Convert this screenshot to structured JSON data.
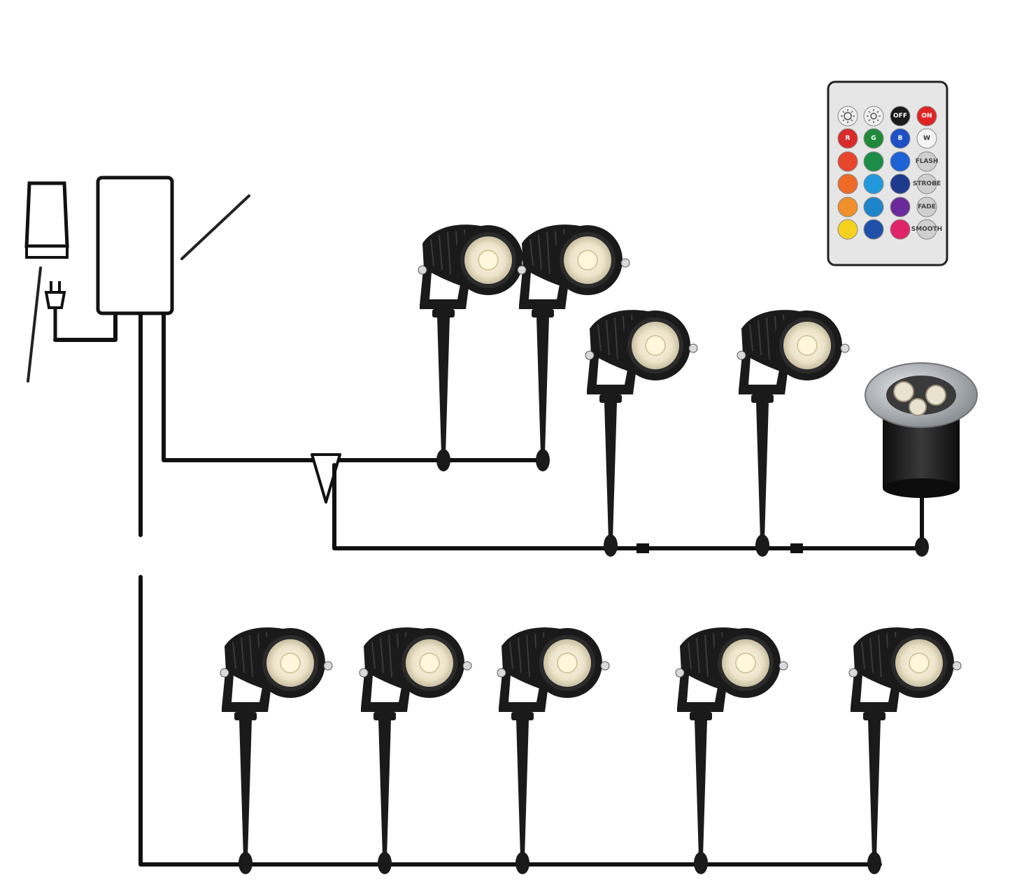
{
  "remote": {
    "buttons": [
      {
        "label": "",
        "color": "#eeeeee",
        "text_color": "#555555",
        "icon": "brightness-up-icon"
      },
      {
        "label": "",
        "color": "#eeeeee",
        "text_color": "#555555",
        "icon": "brightness-down-icon"
      },
      {
        "label": "OFF",
        "color": "#1b1b1b",
        "text_color": "#ffffff"
      },
      {
        "label": "ON",
        "color": "#e02424",
        "text_color": "#ffffff"
      },
      {
        "label": "R",
        "color": "#d92b2b",
        "text_color": "#ffffff"
      },
      {
        "label": "G",
        "color": "#1f8a3a",
        "text_color": "#ffffff"
      },
      {
        "label": "B",
        "color": "#1f4fc4",
        "text_color": "#ffffff"
      },
      {
        "label": "W",
        "color": "#f4f4f4",
        "text_color": "#333333"
      },
      {
        "label": "",
        "color": "#e8452c",
        "text_color": "#ffffff"
      },
      {
        "label": "",
        "color": "#1c8d47",
        "text_color": "#ffffff"
      },
      {
        "label": "",
        "color": "#1d62d6",
        "text_color": "#ffffff"
      },
      {
        "label": "FLASH",
        "color": "#cfcfcf",
        "text_color": "#444444"
      },
      {
        "label": "",
        "color": "#ee6a26",
        "text_color": "#ffffff"
      },
      {
        "label": "",
        "color": "#2299dd",
        "text_color": "#ffffff"
      },
      {
        "label": "",
        "color": "#1d3a8c",
        "text_color": "#ffffff"
      },
      {
        "label": "STROBE",
        "color": "#cfcfcf",
        "text_color": "#444444"
      },
      {
        "label": "",
        "color": "#f0902a",
        "text_color": "#ffffff"
      },
      {
        "label": "",
        "color": "#1f85c9",
        "text_color": "#ffffff"
      },
      {
        "label": "",
        "color": "#6a2a9a",
        "text_color": "#ffffff"
      },
      {
        "label": "FADE",
        "color": "#cfcfcf",
        "text_color": "#444444"
      },
      {
        "label": "",
        "color": "#f5d21e",
        "text_color": "#ffffff"
      },
      {
        "label": "",
        "color": "#1f4fa8",
        "text_color": "#ffffff"
      },
      {
        "label": "",
        "color": "#e0246a",
        "text_color": "#ffffff"
      },
      {
        "label": "SMOOTH",
        "color": "#cfcfcf",
        "text_color": "#444444"
      }
    ]
  },
  "colors": {
    "wire": "#111111",
    "spotlight_body": "#1a1a1a",
    "lens_warm": "#f4ead2",
    "inground_ring": "#b8bcc0",
    "inground_led": "#e8e2cf"
  },
  "icons": {
    "adapter": "power-adapter-icon",
    "controller": "controller-box-icon",
    "plug": "power-plug-icon",
    "spotlight": "garden-spotlight-icon",
    "inground": "inground-light-icon",
    "remote": "rgb-remote-icon"
  }
}
